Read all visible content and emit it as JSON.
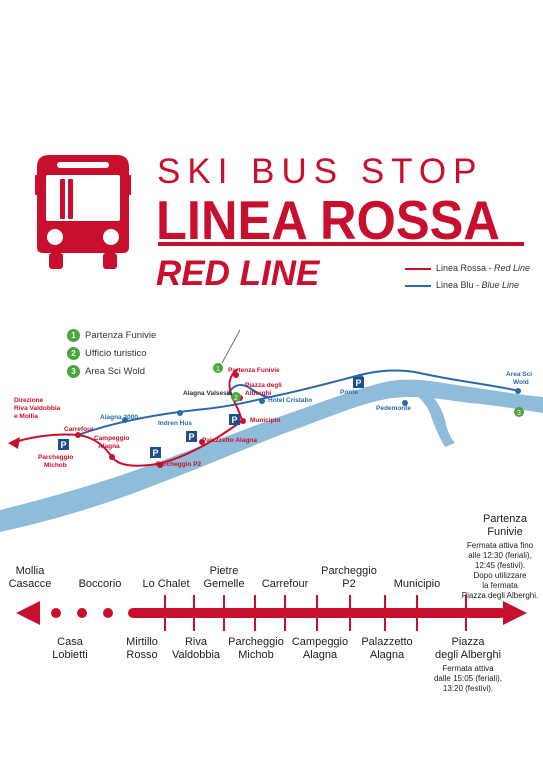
{
  "header": {
    "line1": "SKI BUS STOP",
    "line2": "LINEA ROSSA",
    "line3": "RED LINE"
  },
  "legend": {
    "red": {
      "label": "Linea Rossa - ",
      "label_it": "Red Line",
      "color": "#c8102e"
    },
    "blue": {
      "label": "Linea Blu - ",
      "label_it": "Blue Line",
      "color": "#2a6aa8"
    }
  },
  "poi": [
    {
      "num": "1",
      "label": "Partenza Funivie"
    },
    {
      "num": "2",
      "label": "Ufficio turistico"
    },
    {
      "num": "3",
      "label": "Area Sci Wold"
    }
  ],
  "map": {
    "direzione": [
      "Direzione",
      "Riva Valdobbia",
      "e Mollia"
    ],
    "carrefour": "Carrefour",
    "alagna2000": "Alagna 2000",
    "parcheggio_michob": [
      "Parcheggio",
      "Michob"
    ],
    "campeggio": [
      "Campeggio",
      "Alagna"
    ],
    "indren": "Indren Hus",
    "parcheggio_p2": "Parcheggio P2",
    "palazzetto": "Palazzetto Alagna",
    "municipio": "Municipio",
    "alagna_valsesia": "Alagna Valsesia",
    "partenza": "Partenza Funivie",
    "piazza": [
      "Piazza degli",
      "Alberghi"
    ],
    "hotel": "Hotel Cristallo",
    "ponte": "Ponte",
    "pedemonte": "Pedemonte",
    "area_sci": [
      "Area Sci",
      "Wold"
    ],
    "p": "P",
    "num1": "1",
    "num2": "2",
    "num3": "3"
  },
  "route": {
    "top_stops": [
      {
        "l1": "Mollia",
        "l2": "Casacce"
      },
      {
        "l1": "",
        "l2": "Boccorio"
      },
      {
        "l1": "",
        "l2": "Lo Chalet"
      },
      {
        "l1": "Pietre",
        "l2": "Gemelle"
      },
      {
        "l1": "",
        "l2": "Carrefour"
      },
      {
        "l1": "Parcheggio",
        "l2": "P2"
      },
      {
        "l1": "",
        "l2": "Municipio"
      }
    ],
    "bottom_stops": [
      {
        "l1": "Casa",
        "l2": "Lobietti"
      },
      {
        "l1": "Mirtillo",
        "l2": "Rosso"
      },
      {
        "l1": "Riva",
        "l2": "Valdobbia"
      },
      {
        "l1": "Parcheggio",
        "l2": "Michob"
      },
      {
        "l1": "Campeggio",
        "l2": "Alagna"
      },
      {
        "l1": "Palazzetto",
        "l2": "Alagna"
      },
      {
        "l1": "Piazza",
        "l2": "degli Alberghi"
      }
    ],
    "end_title": [
      "Partenza",
      "Funivie"
    ],
    "end_note": [
      "Fermata attiva fino",
      "alle 12:30 (feriali),",
      "12:45 (festivi).",
      "Dopo utilizzare",
      "la fermata",
      "Piazza degli Alberghi."
    ],
    "piazza_note": [
      "Fermata attiva",
      "dalle 15:05 (feriali),",
      "13:20 (festivi)."
    ]
  }
}
